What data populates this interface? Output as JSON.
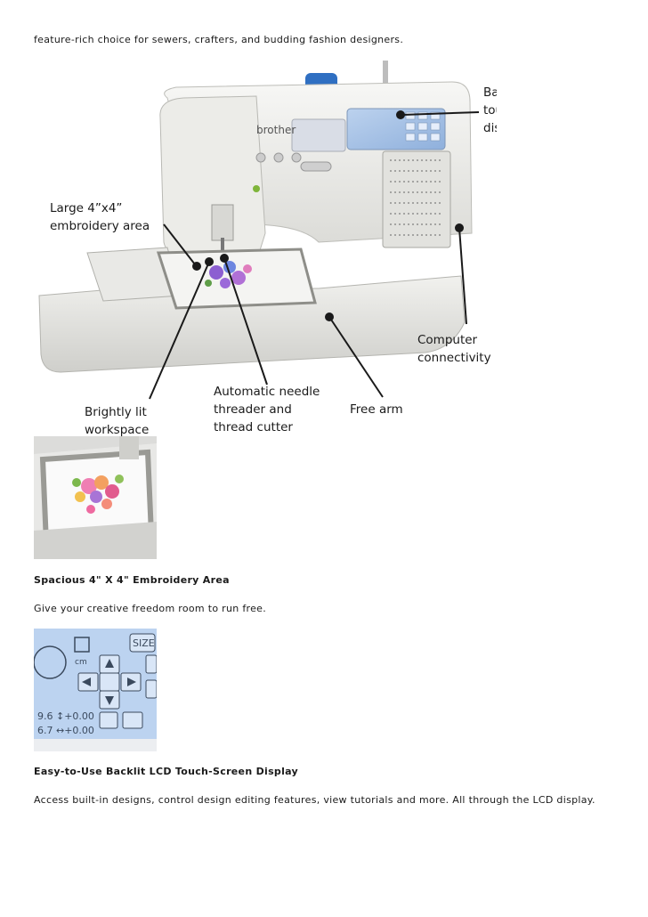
{
  "intro_text": "feature-rich choice for sewers, crafters, and budding fashion designers.",
  "hero": {
    "brand": "brother",
    "callouts": {
      "lcd": [
        "Back-lit LCD",
        "touch screen",
        "display"
      ],
      "embroidery": [
        "Large 4”x4”",
        "embroidery area"
      ],
      "computer": [
        "Computer",
        "connectivity"
      ],
      "threader": [
        "Automatic needle",
        "threader and",
        "thread cutter"
      ],
      "free_arm": [
        "Free arm"
      ],
      "workspace": [
        "Brightly lit",
        "workspace"
      ]
    }
  },
  "lcd_screen": {
    "size_label": "SIZE",
    "unit": "cm",
    "row1": "9.6 ↕+0.00",
    "row2": "6.7 ↔+0.00"
  },
  "sections": [
    {
      "title": "Spacious 4\" X 4\" Embroidery Area",
      "text": "Give your creative freedom room to run free."
    },
    {
      "title": "Easy-to-Use Backlit LCD Touch-Screen Display",
      "text": "Access built-in designs, control design editing features, view tutorials and more. All through the LCD display."
    }
  ]
}
